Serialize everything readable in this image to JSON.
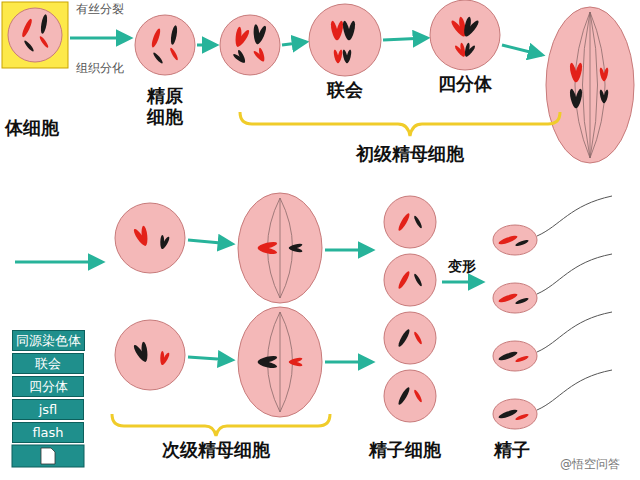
{
  "diagram": {
    "nodes": [
      {
        "text": [
          "同源染色体"
        ]
      },
      {
        "text": [
          "联会"
        ]
      },
      {
        "text": [
          "四分体"
        ]
      },
      {
        "text": [
          "jsfl"
        ]
      },
      {
        "text": [
          "flash"
        ]
      }
    ],
    "labels": [
      "有丝分裂",
      "组织分化",
      "体细胞",
      "精原细胞",
      "联会",
      "四分体",
      "初级精母细胞",
      "次级精母细胞",
      "精子细胞",
      "变形",
      "精子",
      "@悟空问答"
    ]
  }
}
